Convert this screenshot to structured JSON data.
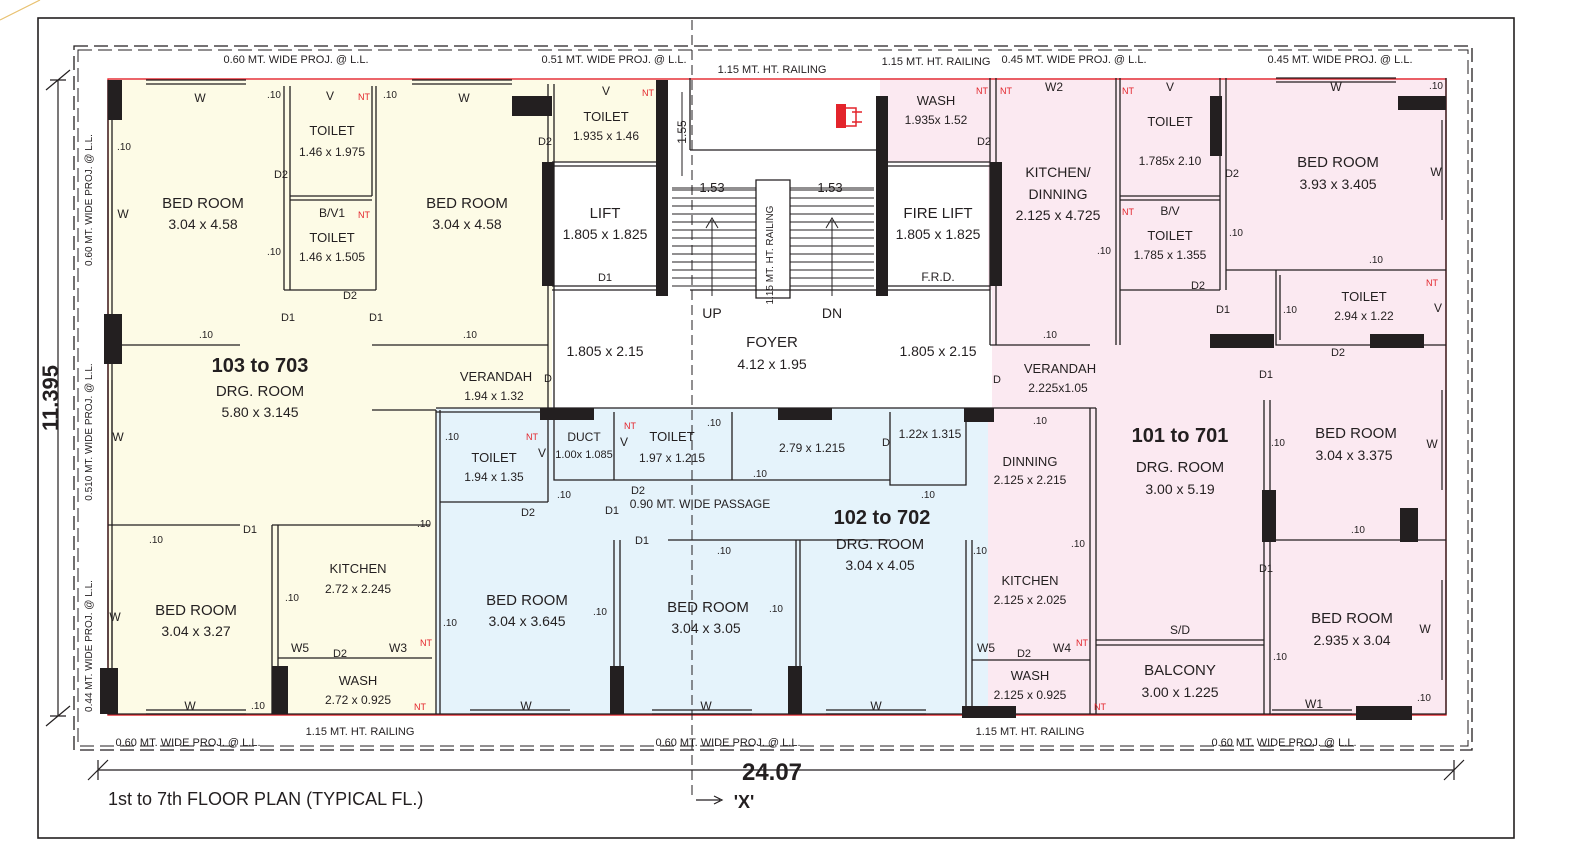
{
  "colors": {
    "flat_103": "#fdfbe6",
    "flat_102": "#e5f3fb",
    "flat_101": "#fbe9f1",
    "wall": "#231f20",
    "red_line": "#e3242b",
    "unit_title": "#3d5aa8"
  },
  "overall": {
    "width": "24.07",
    "height": "11.395",
    "section_mark": "'X'",
    "caption": "1st to 7th FLOOR PLAN (TYPICAL FL.)"
  },
  "projections": {
    "top_left": "0.60 MT. WIDE PROJ. @ L.L.",
    "top_mid": "0.51 MT. WIDE PROJ. @ L.L.",
    "top_railing": "1.15 MT. HT. RAILING",
    "top_railing2": "1.15 MT. HT. RAILING",
    "top_right1": "0.45 MT. WIDE PROJ. @ L.L.",
    "top_right2": "0.45 MT. WIDE PROJ. @ L.L.",
    "left_upper": "0.60 MT. WIDE PROJ. @ L.L.",
    "left_mid": "0.510 MT. WIDE PROJ. @ L.L.",
    "left_lower": "0.44 MT. WIDE PROJ. @ L.L.",
    "bottom_left": "0.60 MT. WIDE PROJ. @ L.L.",
    "bottom_railing_left": "1.15 MT. HT. RAILING",
    "bottom_mid": "0.60 MT. WIDE PROJ. @ L.L.",
    "bottom_railing_right": "1.15 MT. HT. RAILING",
    "bottom_right": "0.60 MT. WIDE PROJ. @ L.L."
  },
  "flat_103": {
    "title": "103 to 703",
    "bed1": {
      "name": "BED ROOM",
      "size": "3.04 x 4.58"
    },
    "toilet1": {
      "name": "TOILET",
      "size": "1.46 x 1.975"
    },
    "toilet2": {
      "name": "TOILET",
      "size": "1.46 x 1.505"
    },
    "bv": "B/V1",
    "bed2": {
      "name": "BED ROOM",
      "size": "3.04 x 4.58"
    },
    "drg": {
      "name": "DRG. ROOM",
      "size": "5.80 x 3.145"
    },
    "verandah": {
      "name": "VERANDAH",
      "size": "1.94 x 1.32"
    },
    "bed3": {
      "name": "BED ROOM",
      "size": "3.04 x 3.27"
    },
    "kitchen": {
      "name": "KITCHEN",
      "size": "2.72 x 2.245"
    },
    "wash": {
      "name": "WASH",
      "size": "2.72 x 0.925"
    }
  },
  "core": {
    "toilet": {
      "name": "TOILET",
      "size": "1.935 x 1.46"
    },
    "lift": {
      "name": "LIFT",
      "size": "1.805 x 1.825"
    },
    "lobby_left": "1.805 x 2.15",
    "stair_h": "1.55",
    "stair_w1": "1.53",
    "stair_w2": "1.53",
    "railing": "1.15 MT. HT. RAILING",
    "up": "UP",
    "dn": "DN",
    "foyer": {
      "name": "FOYER",
      "size": "4.12 x 1.95"
    },
    "lobby_right": "1.805 x 2.15",
    "wash": {
      "name": "WASH",
      "size": "1.935x 1.52"
    },
    "fire_lift": {
      "name": "FIRE LIFT",
      "size": "1.805 x 1.825"
    },
    "frd": "F.R.D."
  },
  "flat_102": {
    "title": "102 to 702",
    "toilet1": {
      "name": "TOILET",
      "size": "1.94 x 1.35"
    },
    "duct": {
      "name": "DUCT",
      "size": "1.00x 1.085"
    },
    "toilet2": {
      "name": "TOILET",
      "size": "1.97 x 1.215"
    },
    "store": "2.79 x 1.215",
    "passage_size": "1.22x 1.315",
    "passage": "0.90 MT. WIDE PASSAGE",
    "dinning": {
      "name": "DINNING",
      "size": "2.125 x 2.215"
    },
    "bed1": {
      "name": "BED ROOM",
      "size": "3.04 x 3.645"
    },
    "bed2": {
      "name": "BED ROOM",
      "size": "3.04 x 3.05"
    },
    "drg": {
      "name": "DRG. ROOM",
      "size": "3.04 x 4.05"
    },
    "kitchen": {
      "name": "KITCHEN",
      "size": "2.125 x 2.025"
    },
    "wash": {
      "name": "WASH",
      "size": "2.125 x 0.925"
    }
  },
  "flat_101": {
    "title": "101 to 701",
    "kitchen": {
      "name": "KITCHEN/",
      "name2": "DINNING",
      "size": "2.125 x 4.725"
    },
    "toilet1": {
      "name": "TOILET",
      "size": "1.785x 2.10"
    },
    "bv": "B/V",
    "toilet2": {
      "name": "TOILET",
      "size": "1.785 x 1.355"
    },
    "bed1": {
      "name": "BED ROOM",
      "size": "3.93 x 3.405"
    },
    "toilet3": {
      "name": "TOILET",
      "size": "2.94 x 1.22"
    },
    "verandah": {
      "name": "VERANDAH",
      "size": "2.225x1.05"
    },
    "drg": {
      "name": "DRG. ROOM",
      "size": "3.00 x 5.19"
    },
    "bed2": {
      "name": "BED ROOM",
      "size": "3.04 x 3.375"
    },
    "sd": "S/D",
    "balcony": {
      "name": "BALCONY",
      "size": "3.00 x 1.225"
    },
    "bed3": {
      "name": "BED ROOM",
      "size": "2.935 x 3.04"
    }
  },
  "marks": {
    "w": "W",
    "v": "V",
    "w1": "W1",
    "w2": "W2",
    "w3": "W3",
    "w4": "W4",
    "w5": "W5",
    "d": "D",
    "d1": "D1",
    "d2": "D2",
    "nt": "NT",
    "ten": ".10"
  }
}
